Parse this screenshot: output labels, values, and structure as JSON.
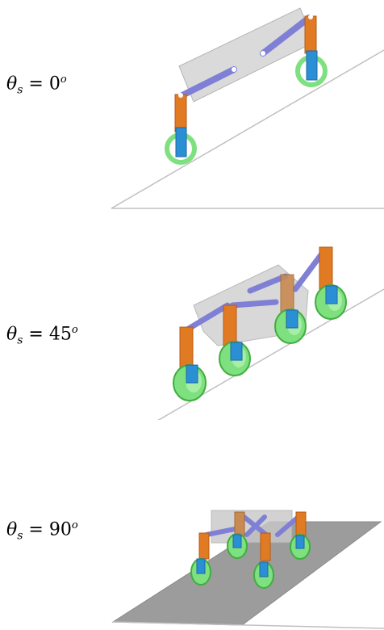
{
  "panels": [
    {
      "theta_symbol": "θ",
      "subscript": "s",
      "equals": " = ",
      "value": "0",
      "unit": "o"
    },
    {
      "theta_symbol": "θ",
      "subscript": "s",
      "equals": " = ",
      "value": "45",
      "unit": "o"
    },
    {
      "theta_symbol": "θ",
      "subscript": "s",
      "equals": " = ",
      "value": "90",
      "unit": "o"
    }
  ],
  "colors": {
    "link": "#e07b24",
    "link_dark": "#b85a14",
    "bar": "#7f7fd6",
    "bar_dark": "#5a5aa8",
    "wheel": "#7ee07e",
    "wheel_dark": "#3fae3f",
    "hub": "#2b8fd6",
    "body": "#c8c8c8",
    "ground_line": "#c0c0c0",
    "ground_fill": "#9a9a9a"
  }
}
